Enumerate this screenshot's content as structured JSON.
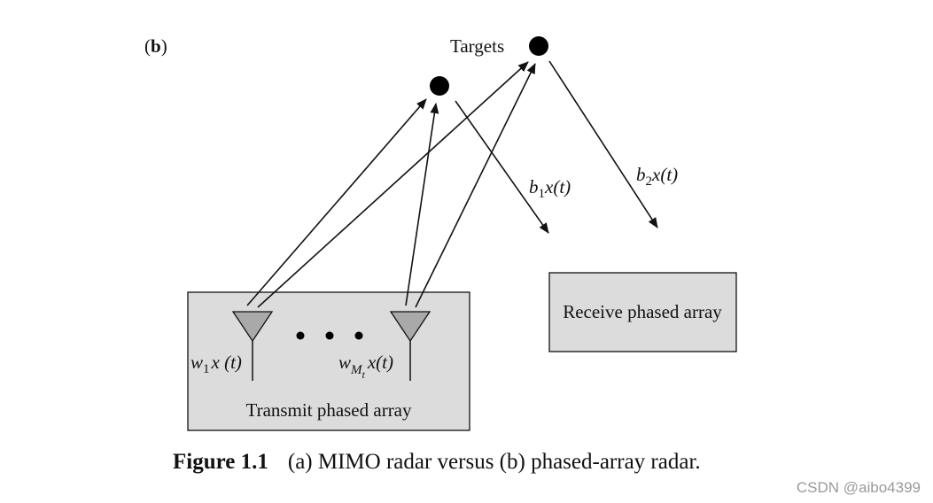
{
  "panel_label": "b",
  "targets_label": "Targets",
  "receive_box_label": "Receive phased array",
  "transmit_box_label": "Transmit phased array",
  "antenna_dots": "• • •",
  "signal_labels": {
    "w1": {
      "coef": "w",
      "sub": "1",
      "expr": "x (t)"
    },
    "wMt": {
      "coef": "w",
      "sub": "M",
      "subsub": "t",
      "expr": "x(t)"
    },
    "b1": {
      "coef": "b",
      "sub": "1",
      "expr": "x(t)"
    },
    "b2": {
      "coef": "b",
      "sub": "2",
      "expr": "x(t)"
    }
  },
  "caption": {
    "figure": "Figure 1.1",
    "text": "(a) MIMO radar versus (b) phased-array radar."
  },
  "watermark": "CSDN @aibo4399",
  "colors": {
    "box_fill": "#dcdcdc",
    "antenna_fill": "#a9a9a9",
    "stroke": "#111111"
  }
}
